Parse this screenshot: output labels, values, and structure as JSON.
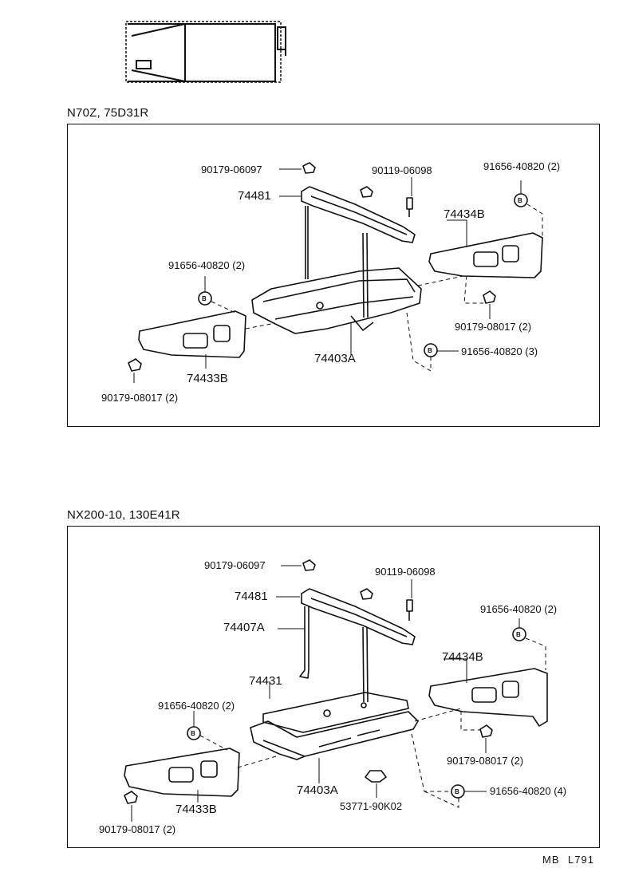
{
  "sections": [
    {
      "title": "N70Z, 75D31R",
      "labels": {
        "nut_top": "90179-06097",
        "bolt_top": "90119-06098",
        "clip_right_top": "91656-40820 (2)",
        "clamp": "74481",
        "support_right": "74434B",
        "clip_left": "91656-40820 (2)",
        "nut_right": "90179-08017 (2)",
        "clip_right_bottom": "91656-40820 (3)",
        "tray": "74403A",
        "support_left": "74433B",
        "nut_left": "90179-08017 (2)"
      }
    },
    {
      "title": "NX200-10, 130E41R",
      "labels": {
        "nut_top": "90179-06097",
        "bolt_top": "90119-06098",
        "clamp": "74481",
        "clip_right_top": "91656-40820 (2)",
        "rod": "74407A",
        "support_right": "74434B",
        "plate": "74431",
        "clip_left": "91656-40820 (2)",
        "nut_right": "90179-08017 (2)",
        "tray": "74403A",
        "clip_right_bottom": "91656-40820 (4)",
        "support_left": "74433B",
        "grommet": "53771-90K02",
        "nut_left": "90179-08017 (2)"
      }
    }
  ],
  "footer": {
    "code_left": "MB",
    "code_right": "L791"
  }
}
